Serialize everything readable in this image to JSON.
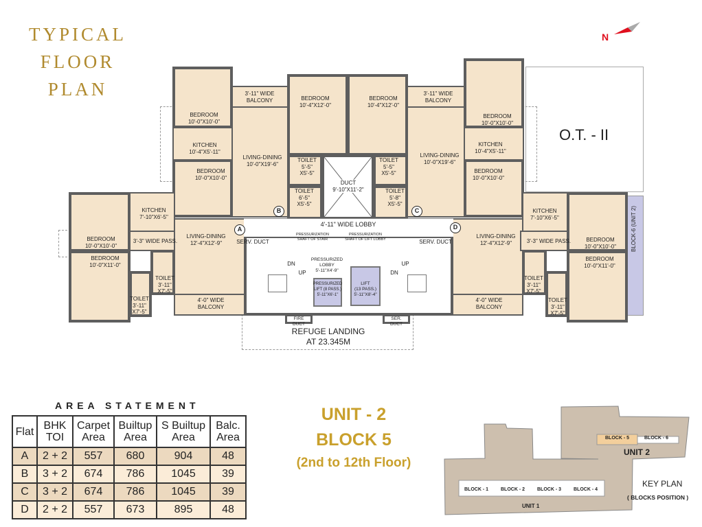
{
  "title": [
    "TYPICAL",
    "FLOOR",
    "PLAN"
  ],
  "north": "N",
  "open_space": "O.T. - II",
  "adjacent_block": "BLOCK-6 (UNIT 2)",
  "rooms": {
    "b_bed1": [
      "BEDROOM",
      "10'-0\"X10'-0\""
    ],
    "b_balcony": [
      "3'-11\" WIDE",
      "BALCONY"
    ],
    "b_kitchen": [
      "KITCHEN",
      "10'-4\"X5'-11\""
    ],
    "b_bed2": [
      "BEDROOM",
      "10'-0\"X10'-0\""
    ],
    "b_living": [
      "LIVING-DINING",
      "10'-0\"X19'-6\""
    ],
    "b_bed3": [
      "BEDROOM",
      "10'-4\"X12'-0\""
    ],
    "b_toilet1": [
      "TOILET",
      "5'-5\"",
      "X5'-5\""
    ],
    "b_toilet2": [
      "TOILET",
      "6'-5\"",
      "X5'-5\""
    ],
    "duct": [
      "DUCT",
      "9'-10\"X11'-2\""
    ],
    "c_bed3": [
      "BEDROOM",
      "10'-4\"X12'-0\""
    ],
    "c_toilet1": [
      "TOILET",
      "5'-5\"",
      "X5'-5\""
    ],
    "c_toilet2": [
      "TOILET",
      "5'-8\"",
      "X5'-5\""
    ],
    "c_balcony": [
      "3'-11\" WIDE",
      "BALCONY"
    ],
    "c_living": [
      "LIVING-DINING",
      "10'-0\"X19'-6\""
    ],
    "c_bed1": [
      "BEDROOM",
      "10'-0\"X10'-0\""
    ],
    "c_kitchen": [
      "KITCHEN",
      "10'-4\"X5'-11\""
    ],
    "c_bed2": [
      "BEDROOM",
      "10'-0\"X10'-0\""
    ],
    "a_kitchen": [
      "KITCHEN",
      "7'-10\"X6'-5\""
    ],
    "a_bed1": [
      "BEDROOM",
      "10'-0\"X10'-0\""
    ],
    "a_pass": [
      "3'-3\" WIDE PASS."
    ],
    "a_living": [
      "LIVING-DINING",
      "12'-4\"X12'-9\""
    ],
    "a_bed2": [
      "BEDROOM",
      "10'-0\"X11'-0\""
    ],
    "a_toilet1": [
      "TOILET",
      "3'-11\"",
      "X7'-5\""
    ],
    "a_toilet2": [
      "TOILET",
      "3'-11\"",
      "X7'-5\""
    ],
    "a_balcony": [
      "4'-0\" WIDE",
      "BALCONY"
    ],
    "d_living": [
      "LIVING-DINING",
      "12'-4\"X12'-9\""
    ],
    "d_kitchen": [
      "KITCHEN",
      "7'-10\"X6'-5\""
    ],
    "d_pass": [
      "3'-3\" WIDE PASS."
    ],
    "d_bed1": [
      "BEDROOM",
      "10'-0\"X10'-0\""
    ],
    "d_bed2": [
      "BEDROOM",
      "10'-0\"X11'-0\""
    ],
    "d_toilet1": [
      "TOILET",
      "3'-11\"",
      "X7'-5\""
    ],
    "d_toilet2": [
      "TOILET",
      "3'-11\"",
      "X7'-5\""
    ],
    "d_balcony": [
      "4'-0\" WIDE",
      "BALCONY"
    ]
  },
  "core": {
    "lobby": "4'-11\" WIDE LOBBY",
    "serv_duct": "SERV. DUCT",
    "press_stair": [
      "PRESSURIZATION",
      "SHAFT OF STAIR"
    ],
    "press_lift": [
      "PRESSURIZATION",
      "SHAFT OF LIFT LOBBY"
    ],
    "press_lobby": [
      "PRESSURIZED",
      "LOBBY",
      "5'-11\"X4'-9\""
    ],
    "press_lift_car": [
      "PRESSURIZED",
      "LIFT (8 PASS.)",
      "5'-11\"X6'-1\""
    ],
    "lift": [
      "LIFT",
      "(13 PASS.)",
      "5'-11\"X8'-4\""
    ],
    "dn": "DN",
    "up": "UP",
    "fire_duct": "FIRE DUCT",
    "ser_duct": "SER. DUCT",
    "refuge": [
      "REFUGE LANDING",
      "AT 23.345M"
    ]
  },
  "flats": [
    "A",
    "B",
    "C",
    "D"
  ],
  "area_statement": {
    "title": "AREA STATEMENT",
    "headers": [
      [
        "Flat"
      ],
      [
        "BHK",
        "TOI"
      ],
      [
        "Carpet",
        "Area"
      ],
      [
        "Builtup",
        "Area"
      ],
      [
        "S Builtup",
        "Area"
      ],
      [
        "Balc.",
        "Area"
      ]
    ],
    "rows": [
      [
        "A",
        "2 + 2",
        "557",
        "680",
        "904",
        "48"
      ],
      [
        "B",
        "3 + 2",
        "674",
        "786",
        "1045",
        "39"
      ],
      [
        "C",
        "3 + 2",
        "674",
        "786",
        "1045",
        "39"
      ],
      [
        "D",
        "2 + 2",
        "557",
        "673",
        "895",
        "48"
      ]
    ]
  },
  "unit_heading": {
    "unit": "UNIT - 2",
    "block": "BLOCK 5",
    "floors": "(2nd to 12th Floor)"
  },
  "key_plan": {
    "title": "KEY PLAN",
    "subtitle": "( BLOCKS POSITION )",
    "blocks": [
      "BLOCK - 1",
      "BLOCK - 2",
      "BLOCK - 3",
      "BLOCK - 4",
      "BLOCK - 5",
      "BLOCK - 6"
    ],
    "unit1": "UNIT 1",
    "unit2": "UNIT 2"
  },
  "colors": {
    "room": "#f5e4cb",
    "wall": "#5e5e5e",
    "title": "#b08a2e",
    "heading": "#c9a02c",
    "lift": "#c8c8e6",
    "highlight": "#f3cf9c",
    "site": "#cdbfae"
  }
}
